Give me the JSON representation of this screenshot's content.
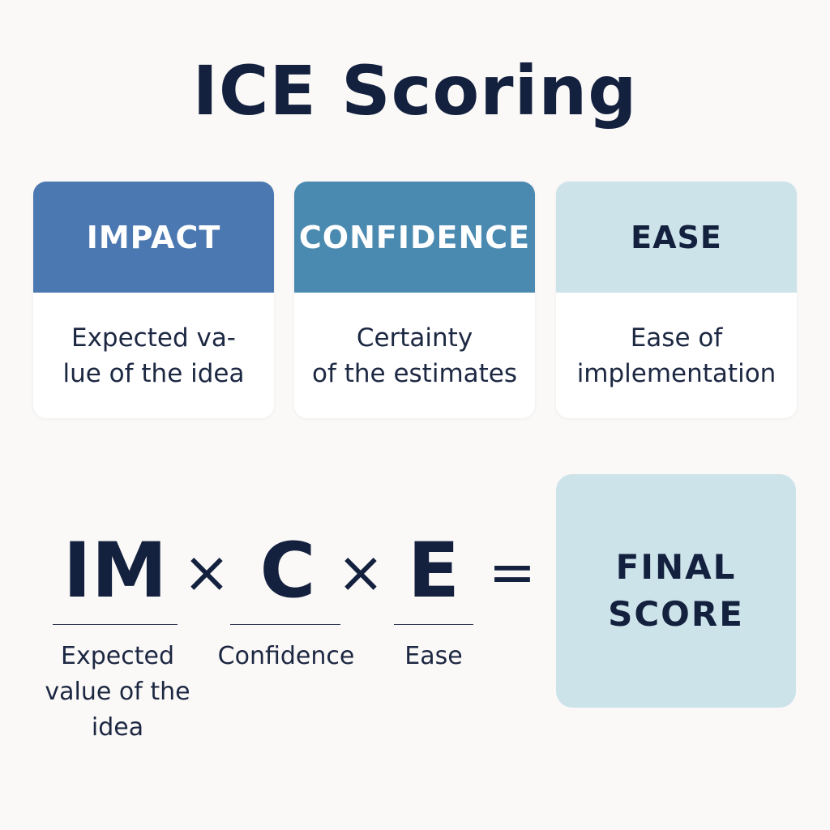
{
  "title": "ICE Scoring",
  "cards": [
    {
      "key": "impact",
      "header": "IMPACT",
      "body": [
        "Expected va-",
        "lue of the idea"
      ],
      "header_color": "#4b78b1"
    },
    {
      "key": "confidence",
      "header": "CONFIDENCE",
      "body": [
        "Certainty",
        "of the estimates"
      ],
      "header_color": "#4b8ab0"
    },
    {
      "key": "ease",
      "header": "EASE",
      "body": [
        "Ease of",
        "implementation"
      ],
      "header_color": "#cde3ea"
    }
  ],
  "formula": {
    "terms": [
      "IM",
      "C",
      "E"
    ],
    "operators": [
      "×",
      "×",
      "="
    ],
    "labels": [
      [
        "Expected",
        "value of the",
        "idea"
      ],
      [
        "Confidence"
      ],
      [
        "Ease"
      ]
    ],
    "result": [
      "FINAL",
      "SCORE"
    ]
  },
  "colors": {
    "background": "#fbf9f7",
    "text": "#13213f",
    "result_box": "#cde3ea"
  }
}
